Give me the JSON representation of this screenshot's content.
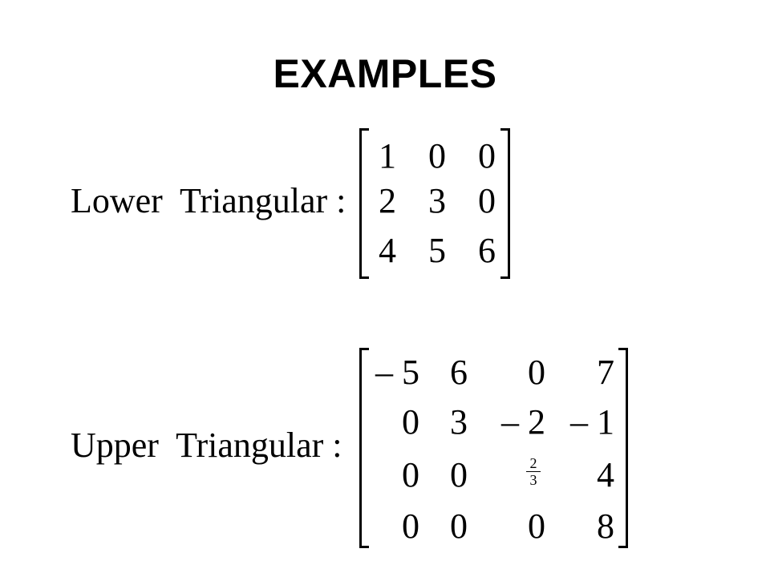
{
  "title": "EXAMPLES",
  "lower": {
    "label": "Lower  Triangular :",
    "rows": [
      [
        "1",
        "0",
        "0"
      ],
      [
        "2",
        "3",
        "0"
      ],
      [
        "4",
        "5",
        "6"
      ]
    ]
  },
  "upper": {
    "label": "Upper  Triangular :",
    "rows": [
      [
        "– 5",
        "6",
        "0",
        "7"
      ],
      [
        "0",
        "3",
        "– 2",
        "– 1"
      ],
      [
        "0",
        "0",
        "",
        "4"
      ],
      [
        "0",
        "0",
        "0",
        "8"
      ]
    ],
    "fraction": {
      "numerator": "2",
      "denominator": "3"
    }
  }
}
